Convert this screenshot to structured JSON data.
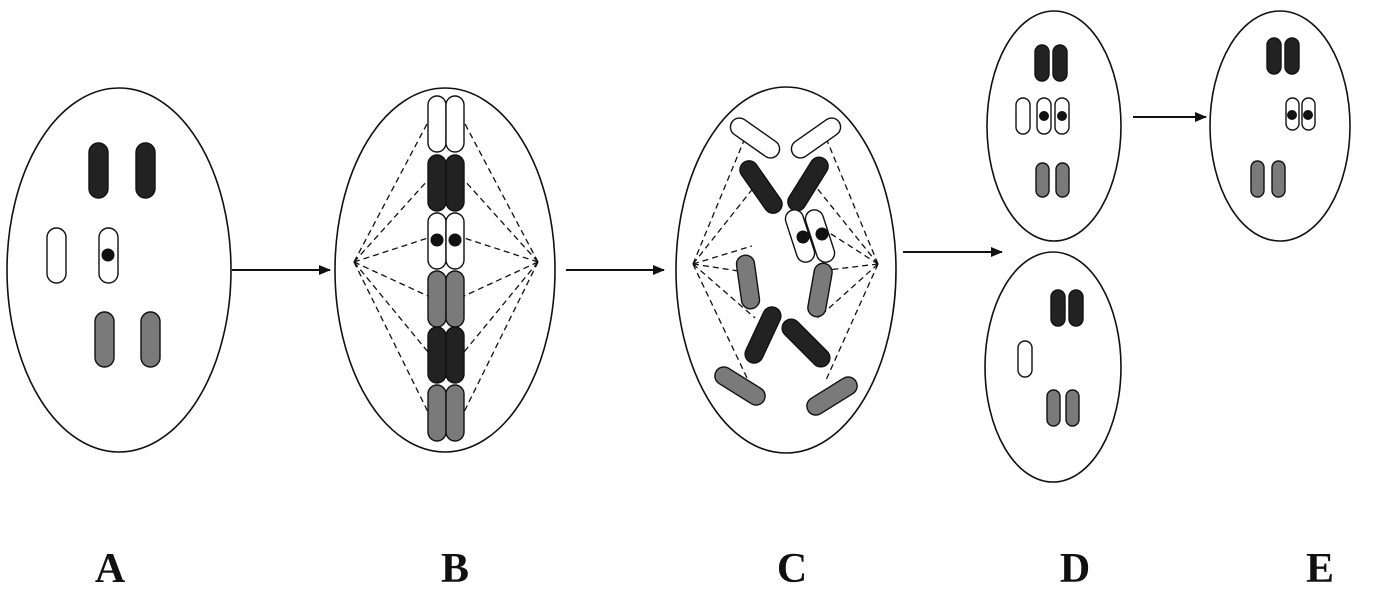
{
  "stages": [
    {
      "id": "A",
      "label": "A"
    },
    {
      "id": "B",
      "label": "B"
    },
    {
      "id": "C",
      "label": "C"
    },
    {
      "id": "D",
      "label": "D"
    },
    {
      "id": "E",
      "label": "E"
    }
  ],
  "colors": {
    "black_chromosome": "#222222",
    "gray_chromosome": "#7a7a7a",
    "white_chromosome": "#ffffff",
    "outline": "#111111"
  }
}
